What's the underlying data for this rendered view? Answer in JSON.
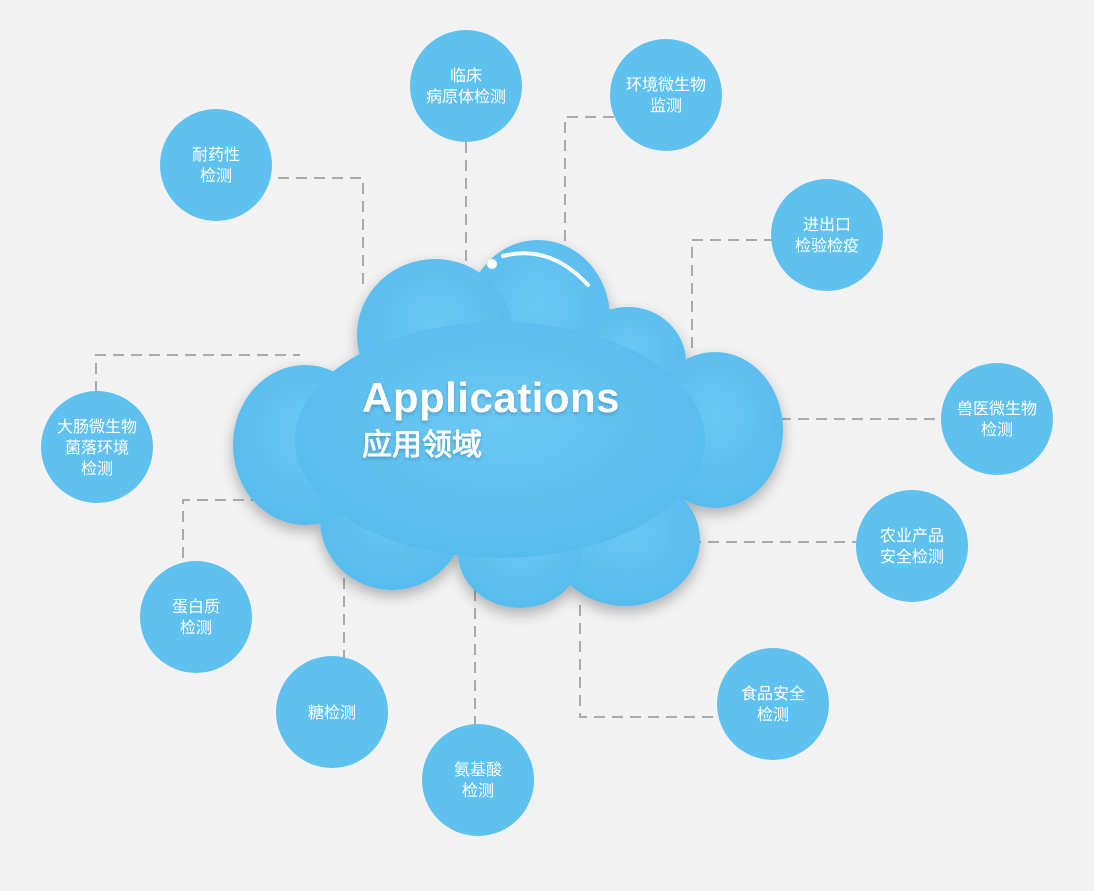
{
  "center": {
    "title": "Applications",
    "subtitle": "应用领域"
  },
  "nodes": [
    {
      "id": "clinical",
      "lines": [
        "临床",
        "病原体检测"
      ]
    },
    {
      "id": "env-microbe",
      "lines": [
        "环境微生物",
        "监测"
      ]
    },
    {
      "id": "drug-resistance",
      "lines": [
        "耐药性",
        "检测"
      ]
    },
    {
      "id": "import-export",
      "lines": [
        "进出口",
        "检验检疫"
      ]
    },
    {
      "id": "coliform",
      "lines": [
        "大肠微生物",
        "菌落环境",
        "检测"
      ]
    },
    {
      "id": "veterinary",
      "lines": [
        "兽医微生物",
        "检测"
      ]
    },
    {
      "id": "agri-product",
      "lines": [
        "农业产品",
        "安全检测"
      ]
    },
    {
      "id": "protein",
      "lines": [
        "蛋白质",
        "检测"
      ]
    },
    {
      "id": "sugar",
      "lines": [
        "糖检测"
      ]
    },
    {
      "id": "amino-acid",
      "lines": [
        "氨基酸",
        "检测"
      ]
    },
    {
      "id": "food-safety",
      "lines": [
        "食品安全",
        "检测"
      ]
    }
  ],
  "colors": {
    "background": "#f2f2f2",
    "bubble": "#5fc1f0",
    "cloud": "#5ec1f1",
    "connector": "#aaaaaa",
    "text": "#ffffff"
  }
}
